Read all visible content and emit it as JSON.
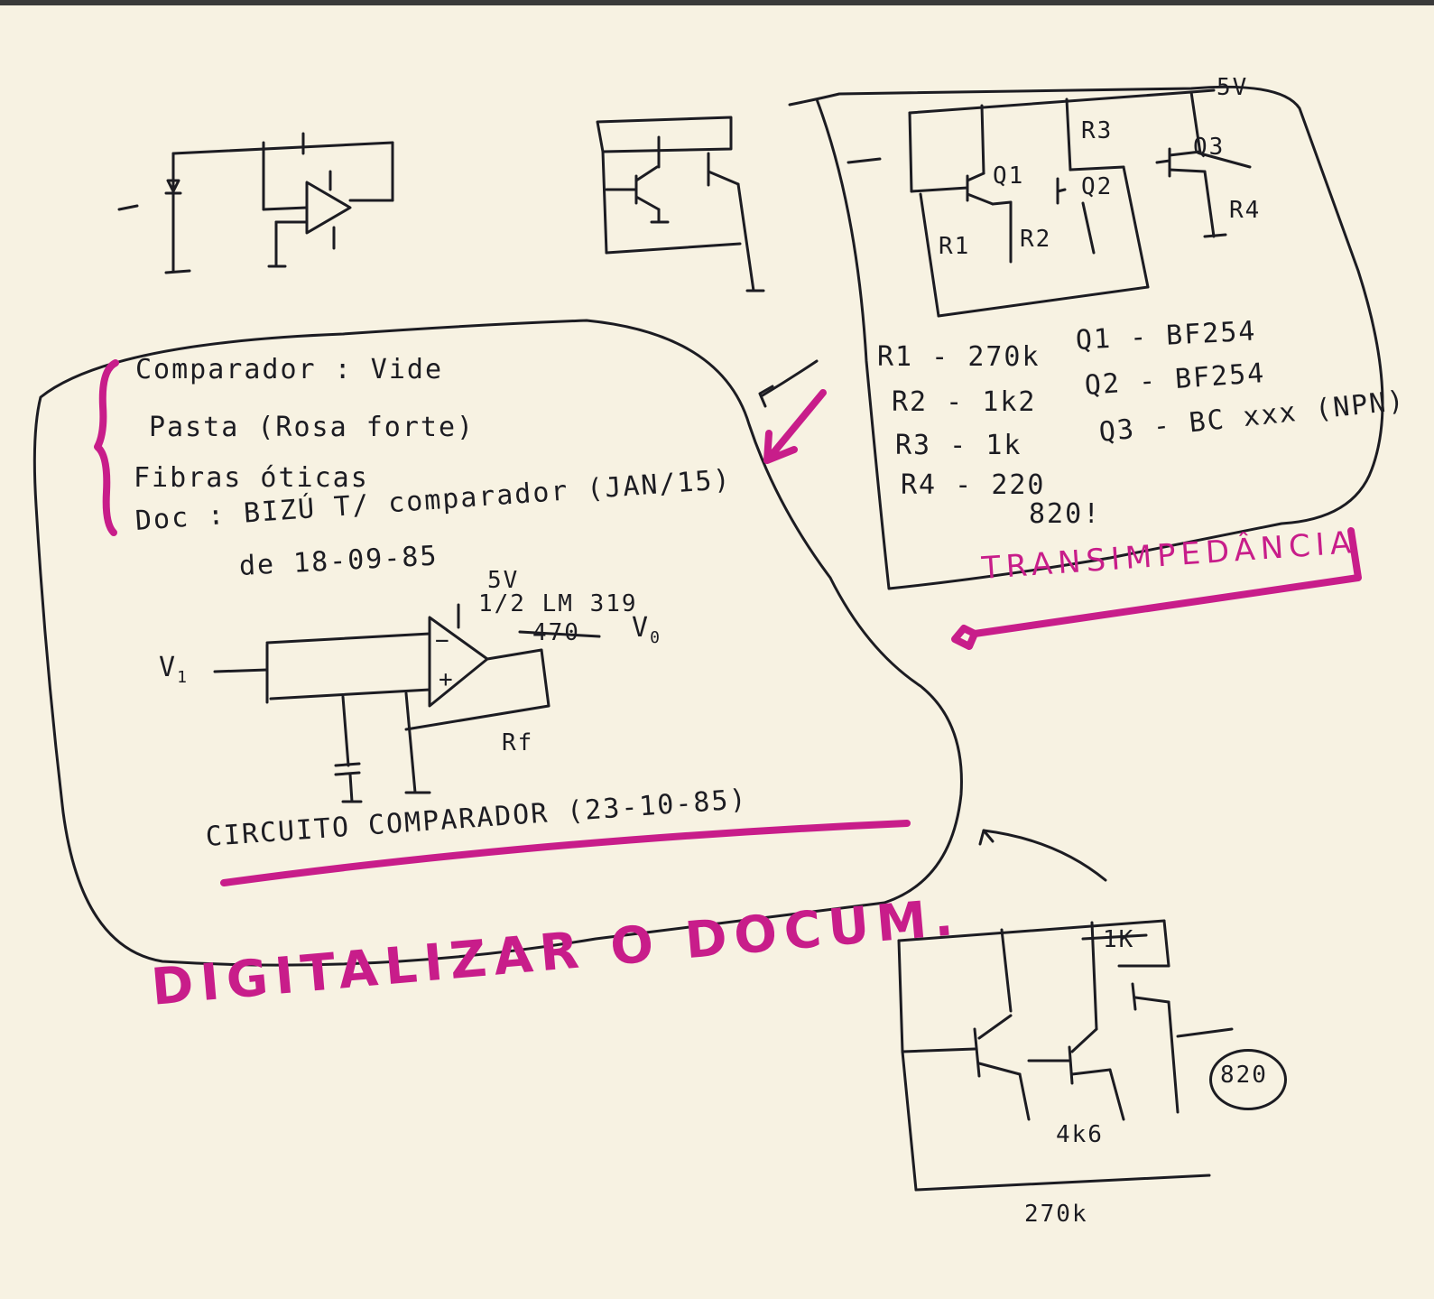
{
  "notes": {
    "line1": "Comparador : Vide",
    "line2": "Pasta (Rosa forte)",
    "line3": "Fibras óticas",
    "line4": "Doc : BIZÚ T/ comparador (JAN/15)",
    "line5": "de 18-09-85"
  },
  "comparator": {
    "supply": "5V",
    "chip": "1/2 LM 319",
    "pullup": "470",
    "vin": "V",
    "vin_sub": "1",
    "vout": "V",
    "vout_sub": "0",
    "rf": "Rf",
    "minus": "−",
    "plus": "+",
    "caption": "CIRCUITO COMPARADOR (23-10-85)"
  },
  "transimpedance": {
    "supply": "5V",
    "labels": [
      "R1",
      "R2",
      "R3",
      "R4",
      "Q1",
      "Q2",
      "Q3"
    ],
    "parts": [
      {
        "ref": "R1",
        "value": "270k"
      },
      {
        "ref": "R2",
        "value": "1k2"
      },
      {
        "ref": "R3",
        "value": "1k"
      },
      {
        "ref": "R4",
        "value": "220"
      },
      {
        "ref": "Q1",
        "value": "BF254"
      },
      {
        "ref": "Q2",
        "value": "BF254"
      },
      {
        "ref": "Q3",
        "value": "BC xxx (NPN)"
      }
    ],
    "r4_alt": "820!",
    "title": "TRANSIMPEDÂNCIA"
  },
  "bottom_circuit": {
    "r_top": "1K",
    "r_mid": "4k6",
    "r_bottom": "270k",
    "r_out": "820"
  },
  "instruction": "DIGITALIZAR O DOCUM.",
  "colors": {
    "ink": "#1c1c22",
    "highlight": "#c81d8a",
    "paper": "#f7f2e2"
  }
}
